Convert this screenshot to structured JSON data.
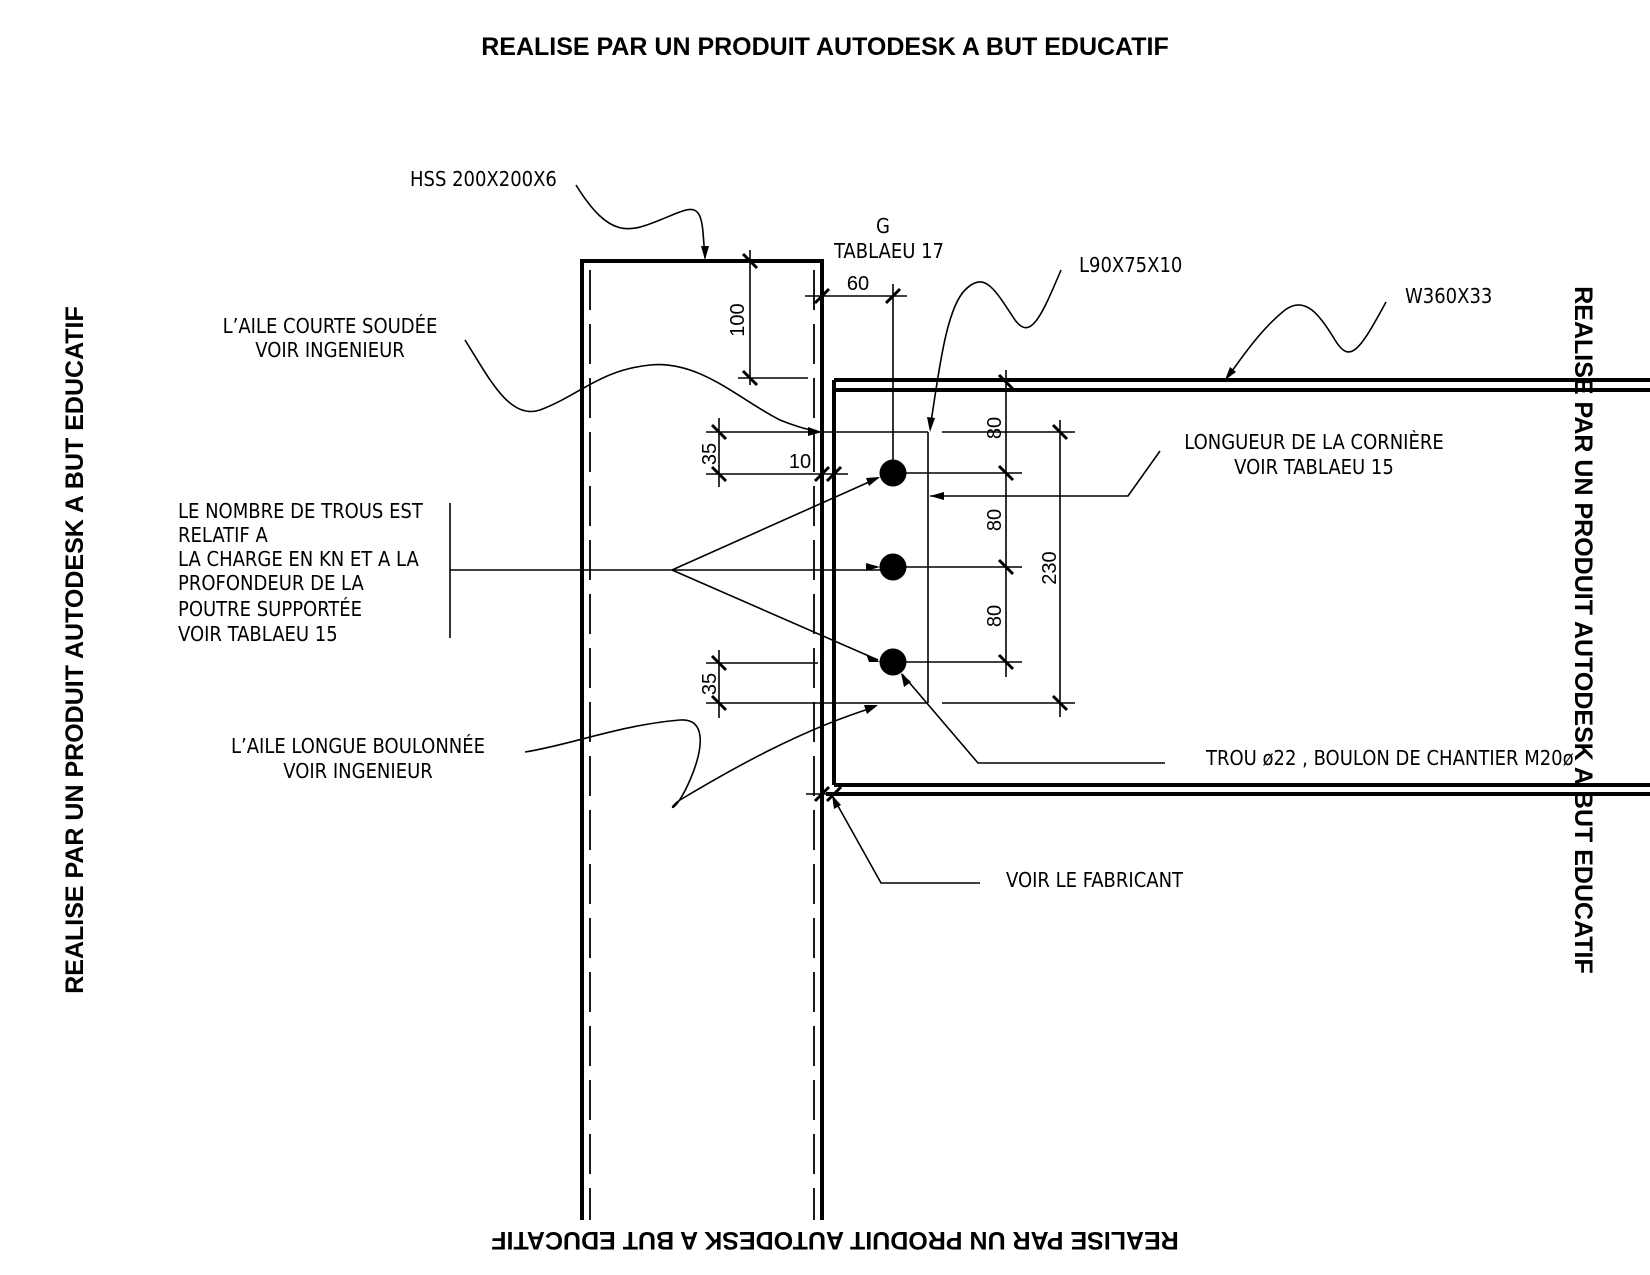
{
  "watermark": {
    "top": "REALISE PAR UN PRODUIT AUTODESK A BUT EDUCATIF",
    "left": "REALISE PAR UN PRODUIT AUTODESK A BUT EDUCATIF",
    "right": "REALISE PAR UN PRODUIT AUTODESK A BUT EDUCATIF",
    "bottom": "REALISE PAR UN PRODUIT AUTODESK A BUT EDUCATIF"
  },
  "labels": {
    "column": "HSS 200X200X6",
    "weld_ref_line1": "G",
    "weld_ref_line2": "TABLAEU 17",
    "angle": "L90X75X10",
    "beam": "W360X33",
    "short_leg_line1": "L’AILE COURTE SOUDÉE",
    "short_leg_line2": "VOIR INGENIEUR",
    "holes_note": [
      "LE NOMBRE DE TROUS EST",
      "RELATIF A",
      "LA CHARGE EN KN ET A LA",
      "PROFONDEUR DE LA",
      "POUTRE SUPPORTÉE",
      "VOIR TABLAEU 15"
    ],
    "long_leg_line1": "L’AILE LONGUE BOULONNÉE",
    "long_leg_line2": "VOIR INGENIEUR",
    "angle_length_line1": "LONGUEUR DE LA CORNIÈRE",
    "angle_length_line2": "VOIR TABLAEU 15",
    "bolt_note": "TROU ø22 , BOULON DE CHANTIER M20ø",
    "fabricator_note": "VOIR LE FABRICANT"
  },
  "dimensions": {
    "top_offset": "100",
    "gauge": "60",
    "edge_top": "35",
    "gap": "10",
    "edge_bottom": "35",
    "pitch_top": "80",
    "pitch_1": "80",
    "pitch_2": "80",
    "angle_length": "230"
  },
  "bolts": {
    "count": 3
  }
}
